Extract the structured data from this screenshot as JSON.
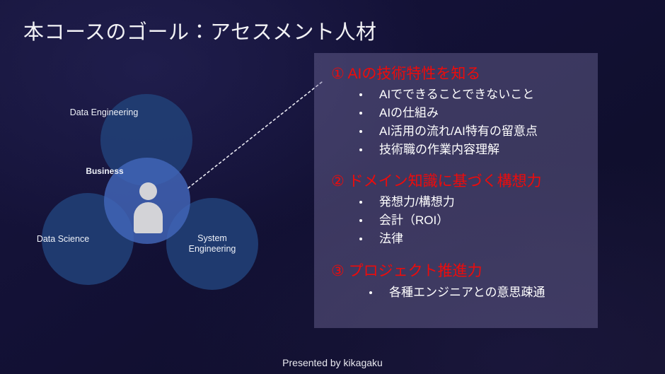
{
  "slide": {
    "title": "本コースのゴール：アセスメント人材",
    "footer": "Presented by kikagaku",
    "colors": {
      "background_dark": "#131136",
      "panel_fill": "#4a4670",
      "heading_red": "#ee0b0b",
      "circle_outer_blue": "#213e74",
      "circle_center_blue": "#4266ba",
      "person_grey": "#d3d3d7",
      "text_white": "#ffffff"
    }
  },
  "venn": {
    "circles": [
      {
        "id": "data-engineering",
        "label": "Data Engineering"
      },
      {
        "id": "data-science",
        "label": "Data Science"
      },
      {
        "id": "system-engineering",
        "label": "System\nEngineering"
      },
      {
        "id": "business",
        "label": "Business"
      }
    ],
    "center_icon": "person-icon"
  },
  "panel": {
    "goals": [
      {
        "heading": "① AIの技術特性を知る",
        "bullets": [
          "AIでできることできないこと",
          "AIの仕組み",
          "AI活用の流れ/AI特有の留意点",
          "技術職の作業内容理解"
        ]
      },
      {
        "heading": "② ドメイン知識に基づく構想力",
        "bullets": [
          "発想力/構想力",
          "会計（ROI）",
          "法律"
        ]
      },
      {
        "heading": "③ プロジェクト推進力",
        "bullets": [
          "各種エンジニアとの意思疎通"
        ]
      }
    ]
  }
}
